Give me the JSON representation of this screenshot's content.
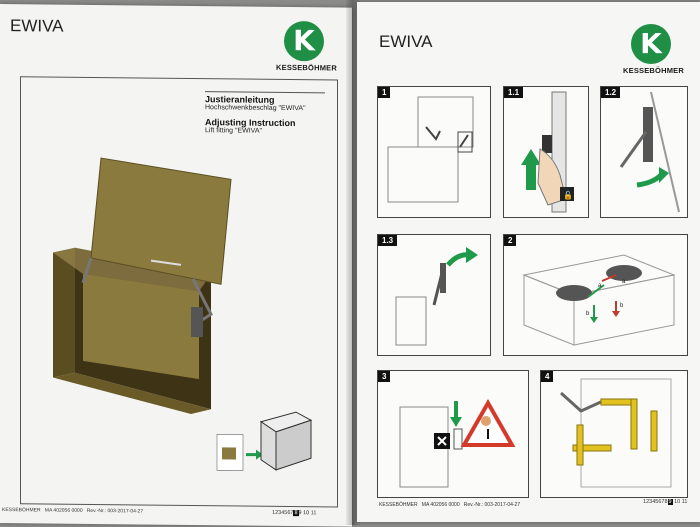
{
  "left_page": {
    "brand": "EWIVA",
    "logo_letter": "K",
    "logo_name": "KESSEBÖHMER",
    "title_de": "Justieranleitung",
    "subtitle_de": "Hochschwenkbeschlag \"EWIVA\"",
    "title_en": "Adjusting Instruction",
    "subtitle_en": "Lift fitting \"EWIVA\"",
    "footer_brand": "KESSEBÖHMER",
    "footer_ma": "MA 402056 0000",
    "footer_rev": "Rev.-Nr.: 003-2017-04-27",
    "page_numbers": [
      "1",
      "2",
      "3",
      "4",
      "5",
      "6",
      "7",
      "8",
      "9",
      "10",
      "11"
    ],
    "current_page": "8"
  },
  "right_page": {
    "brand": "EWIVA",
    "logo_letter": "K",
    "logo_name": "KESSEBÖHMER",
    "steps": [
      "1",
      "1.1",
      "1.2",
      "1.3",
      "2",
      "3",
      "4"
    ],
    "footer_brand": "KESSEBÖHMER",
    "footer_ma": "MA 402056 0000",
    "footer_rev": "Rev.-Nr.: 003-2017-04-27",
    "page_numbers": [
      "1",
      "2",
      "3",
      "4",
      "5",
      "6",
      "7",
      "8",
      "9",
      "10",
      "11"
    ],
    "current_page": "9",
    "diagram_labels": [
      "a",
      "a",
      "b",
      "b"
    ]
  },
  "colors": {
    "brand_green": "#1f8f45",
    "arrow_green": "#1f9a4a",
    "cabinet": "#8b7a3e",
    "panel_border": "#444444",
    "warning_red": "#d43a2a",
    "fitting_yellow": "#e2c21f"
  }
}
